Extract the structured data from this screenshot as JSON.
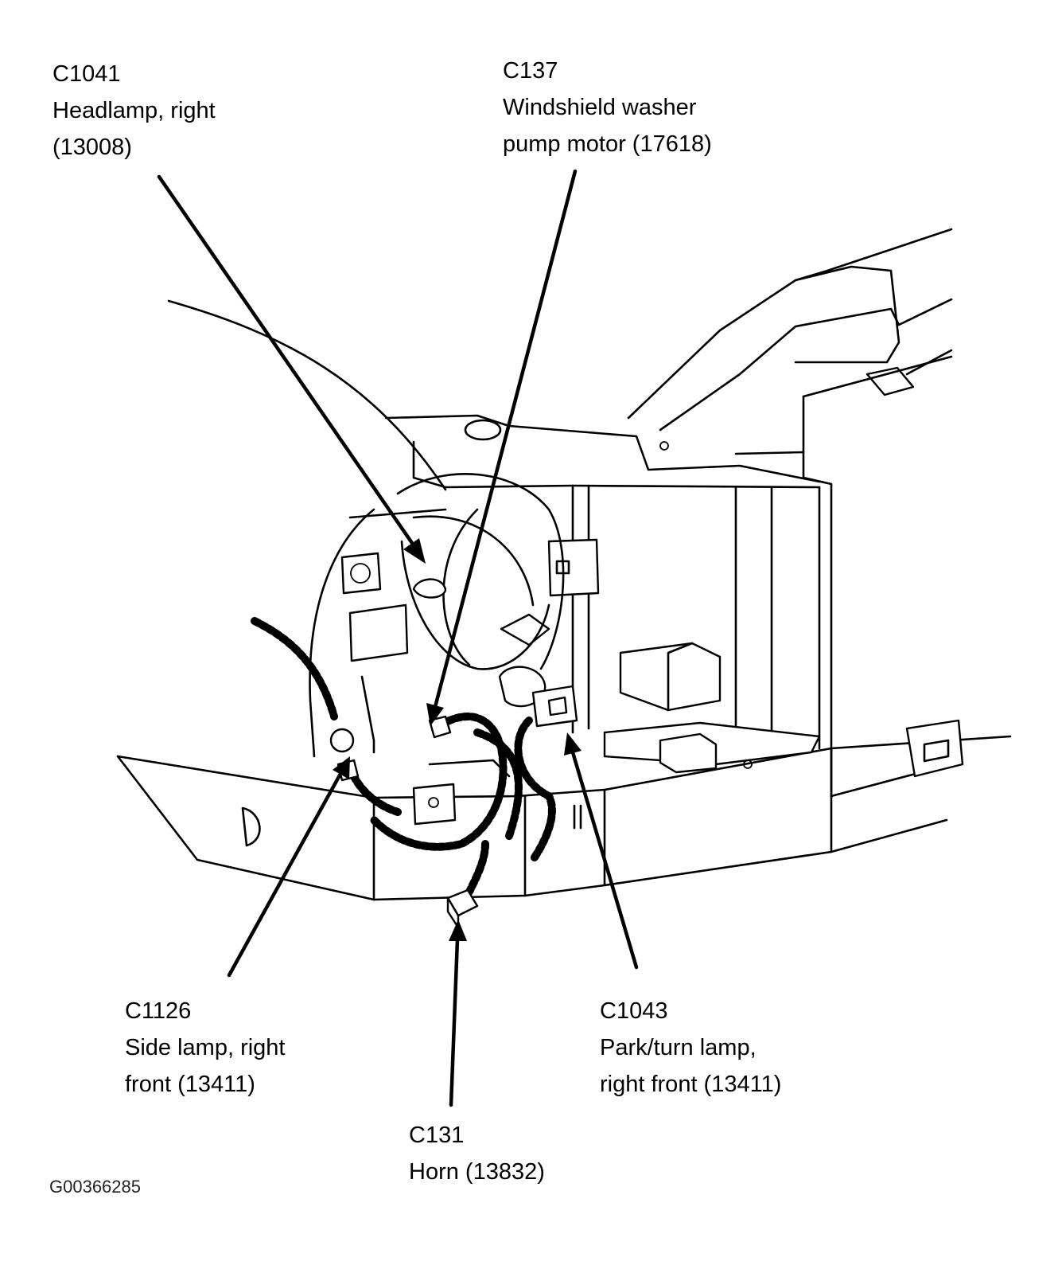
{
  "figure_id": "G00366285",
  "callouts": [
    {
      "id": "c1041",
      "lines": [
        "C1041",
        "Headlamp, right",
        "(13008)"
      ]
    },
    {
      "id": "c137",
      "lines": [
        "C137",
        "Windshield washer",
        "pump motor (17618)"
      ]
    },
    {
      "id": "c1126",
      "lines": [
        "C1126",
        "Side lamp, right",
        "front (13411)"
      ]
    },
    {
      "id": "c131",
      "lines": [
        "C131",
        "Horn (13832)"
      ]
    },
    {
      "id": "c1043",
      "lines": [
        "C1043",
        "Park/turn lamp,",
        "right front (13411)"
      ]
    }
  ]
}
